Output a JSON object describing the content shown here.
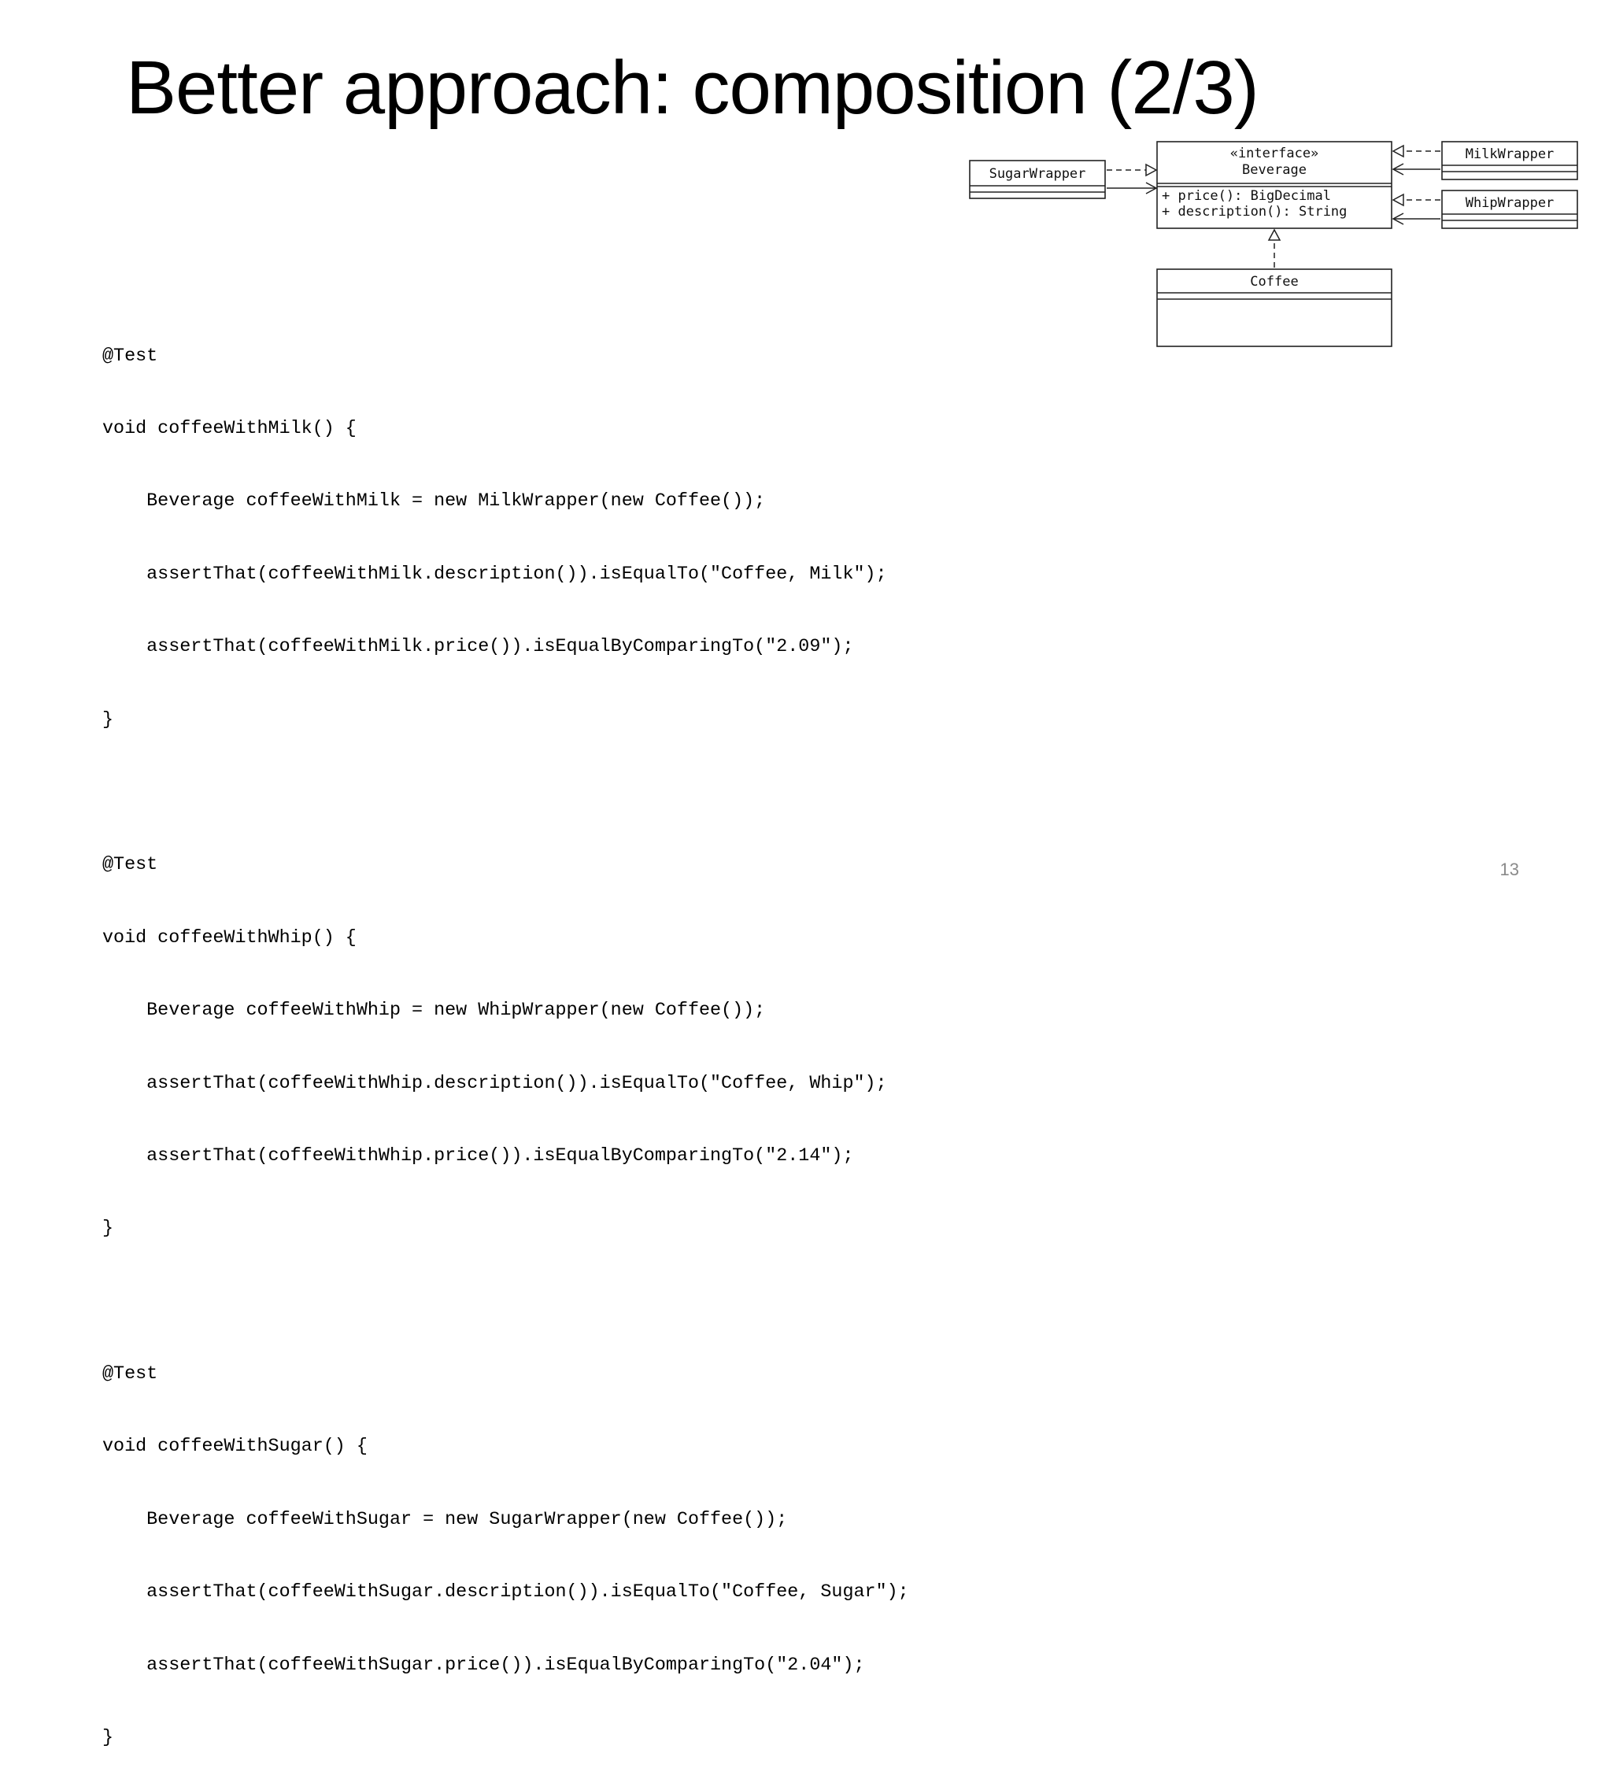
{
  "slide": {
    "title": "Better approach: composition (2/3)",
    "page_number": "13"
  },
  "code": {
    "lines": [
      "@Test",
      "void coffeeWithMilk() {",
      "    Beverage coffeeWithMilk = new MilkWrapper(new Coffee());",
      "    assertThat(coffeeWithMilk.description()).isEqualTo(\"Coffee, Milk\");",
      "    assertThat(coffeeWithMilk.price()).isEqualByComparingTo(\"2.09\");",
      "}",
      "",
      "@Test",
      "void coffeeWithWhip() {",
      "    Beverage coffeeWithWhip = new WhipWrapper(new Coffee());",
      "    assertThat(coffeeWithWhip.description()).isEqualTo(\"Coffee, Whip\");",
      "    assertThat(coffeeWithWhip.price()).isEqualByComparingTo(\"2.14\");",
      "}",
      "",
      "@Test",
      "void coffeeWithSugar() {",
      "    Beverage coffeeWithSugar = new SugarWrapper(new Coffee());",
      "    assertThat(coffeeWithSugar.description()).isEqualTo(\"Coffee, Sugar\");",
      "    assertThat(coffeeWithSugar.price()).isEqualByComparingTo(\"2.04\");",
      "}"
    ]
  },
  "diagram": {
    "beverage": {
      "stereotype": "«interface»",
      "name": "Beverage",
      "methods": [
        "+ price(): BigDecimal",
        "+ description(): String"
      ]
    },
    "sugar_wrapper": {
      "name": "SugarWrapper"
    },
    "milk_wrapper": {
      "name": "MilkWrapper"
    },
    "whip_wrapper": {
      "name": "WhipWrapper"
    },
    "coffee": {
      "name": "Coffee"
    }
  }
}
